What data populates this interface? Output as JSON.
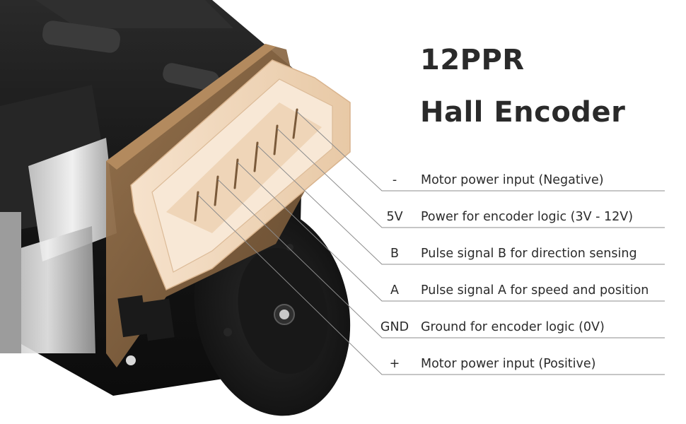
{
  "title": {
    "line1": "12PPR",
    "line2": "Hall Encoder"
  },
  "pins": [
    {
      "code": "-",
      "description": "Motor power input (Negative)"
    },
    {
      "code": "5V",
      "description": "Power for encoder logic (3V - 12V)"
    },
    {
      "code": "B",
      "description": "Pulse signal B for direction sensing"
    },
    {
      "code": "A",
      "description": "Pulse signal A for speed and position"
    },
    {
      "code": "GND",
      "description": "Ground for encoder logic (0V)"
    },
    {
      "code": "+",
      "description": "Motor power input (Positive)"
    }
  ],
  "colors": {
    "motor_body": "#1e1e1e",
    "connector": "#f2d9bf",
    "pcb": "#8a6a4a",
    "leader_line": "#8c8c8c",
    "text": "#2b2b2b"
  }
}
